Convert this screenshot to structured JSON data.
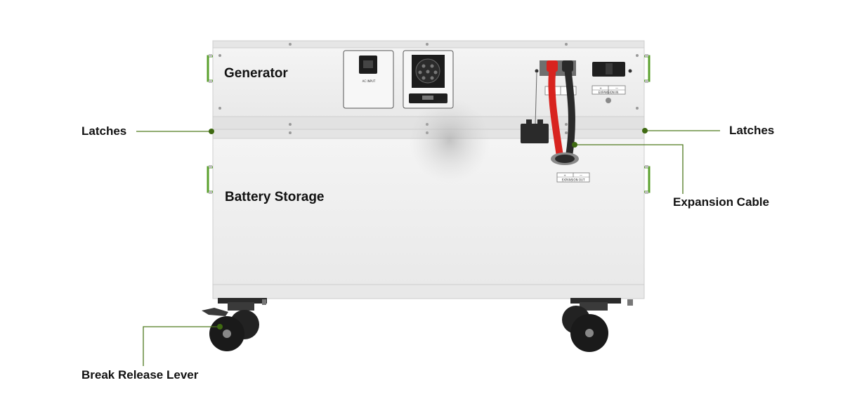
{
  "units": {
    "generator": "Generator",
    "battery": "Battery Storage"
  },
  "callouts": {
    "latches_left": "Latches",
    "latches_right": "Latches",
    "expansion_cable": "Expansion Cable",
    "brake_lever": "Break Release Lever"
  },
  "panel_labels": {
    "ac_input": "AC INPUT",
    "expansion_in": "EXPANSION IN",
    "expansion_out": "EXPANSION OUT",
    "plus": "+",
    "minus": "—"
  },
  "colors": {
    "callout_line": "#4f7a1f",
    "callout_dot": "#3f6a12",
    "latch_green": "#5aa02c",
    "cable_red": "#d8231f",
    "cable_black": "#2a2a2a",
    "cabinet": "#f1f1f1"
  }
}
